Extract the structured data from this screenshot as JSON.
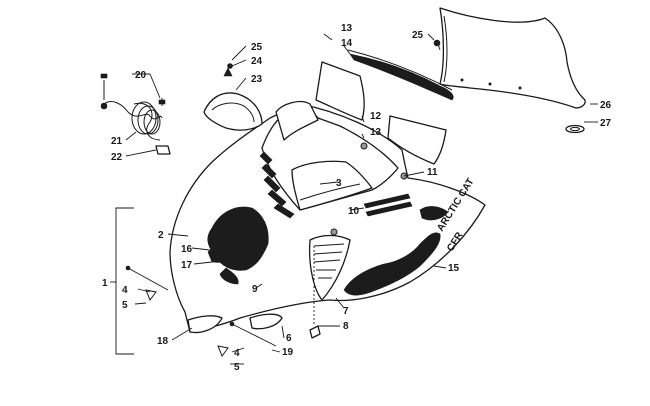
{
  "diagram": {
    "callouts": [
      "1",
      "2",
      "3",
      "4",
      "4",
      "5",
      "5",
      "6",
      "7",
      "8",
      "9",
      "10",
      "11",
      "12",
      "13",
      "13",
      "14",
      "15",
      "16",
      "17",
      "18",
      "19",
      "20",
      "21",
      "22",
      "23",
      "24",
      "25",
      "25",
      "26",
      "27"
    ]
  },
  "decals": {
    "brand": "ARCTIC CAT",
    "model": "CFR"
  }
}
